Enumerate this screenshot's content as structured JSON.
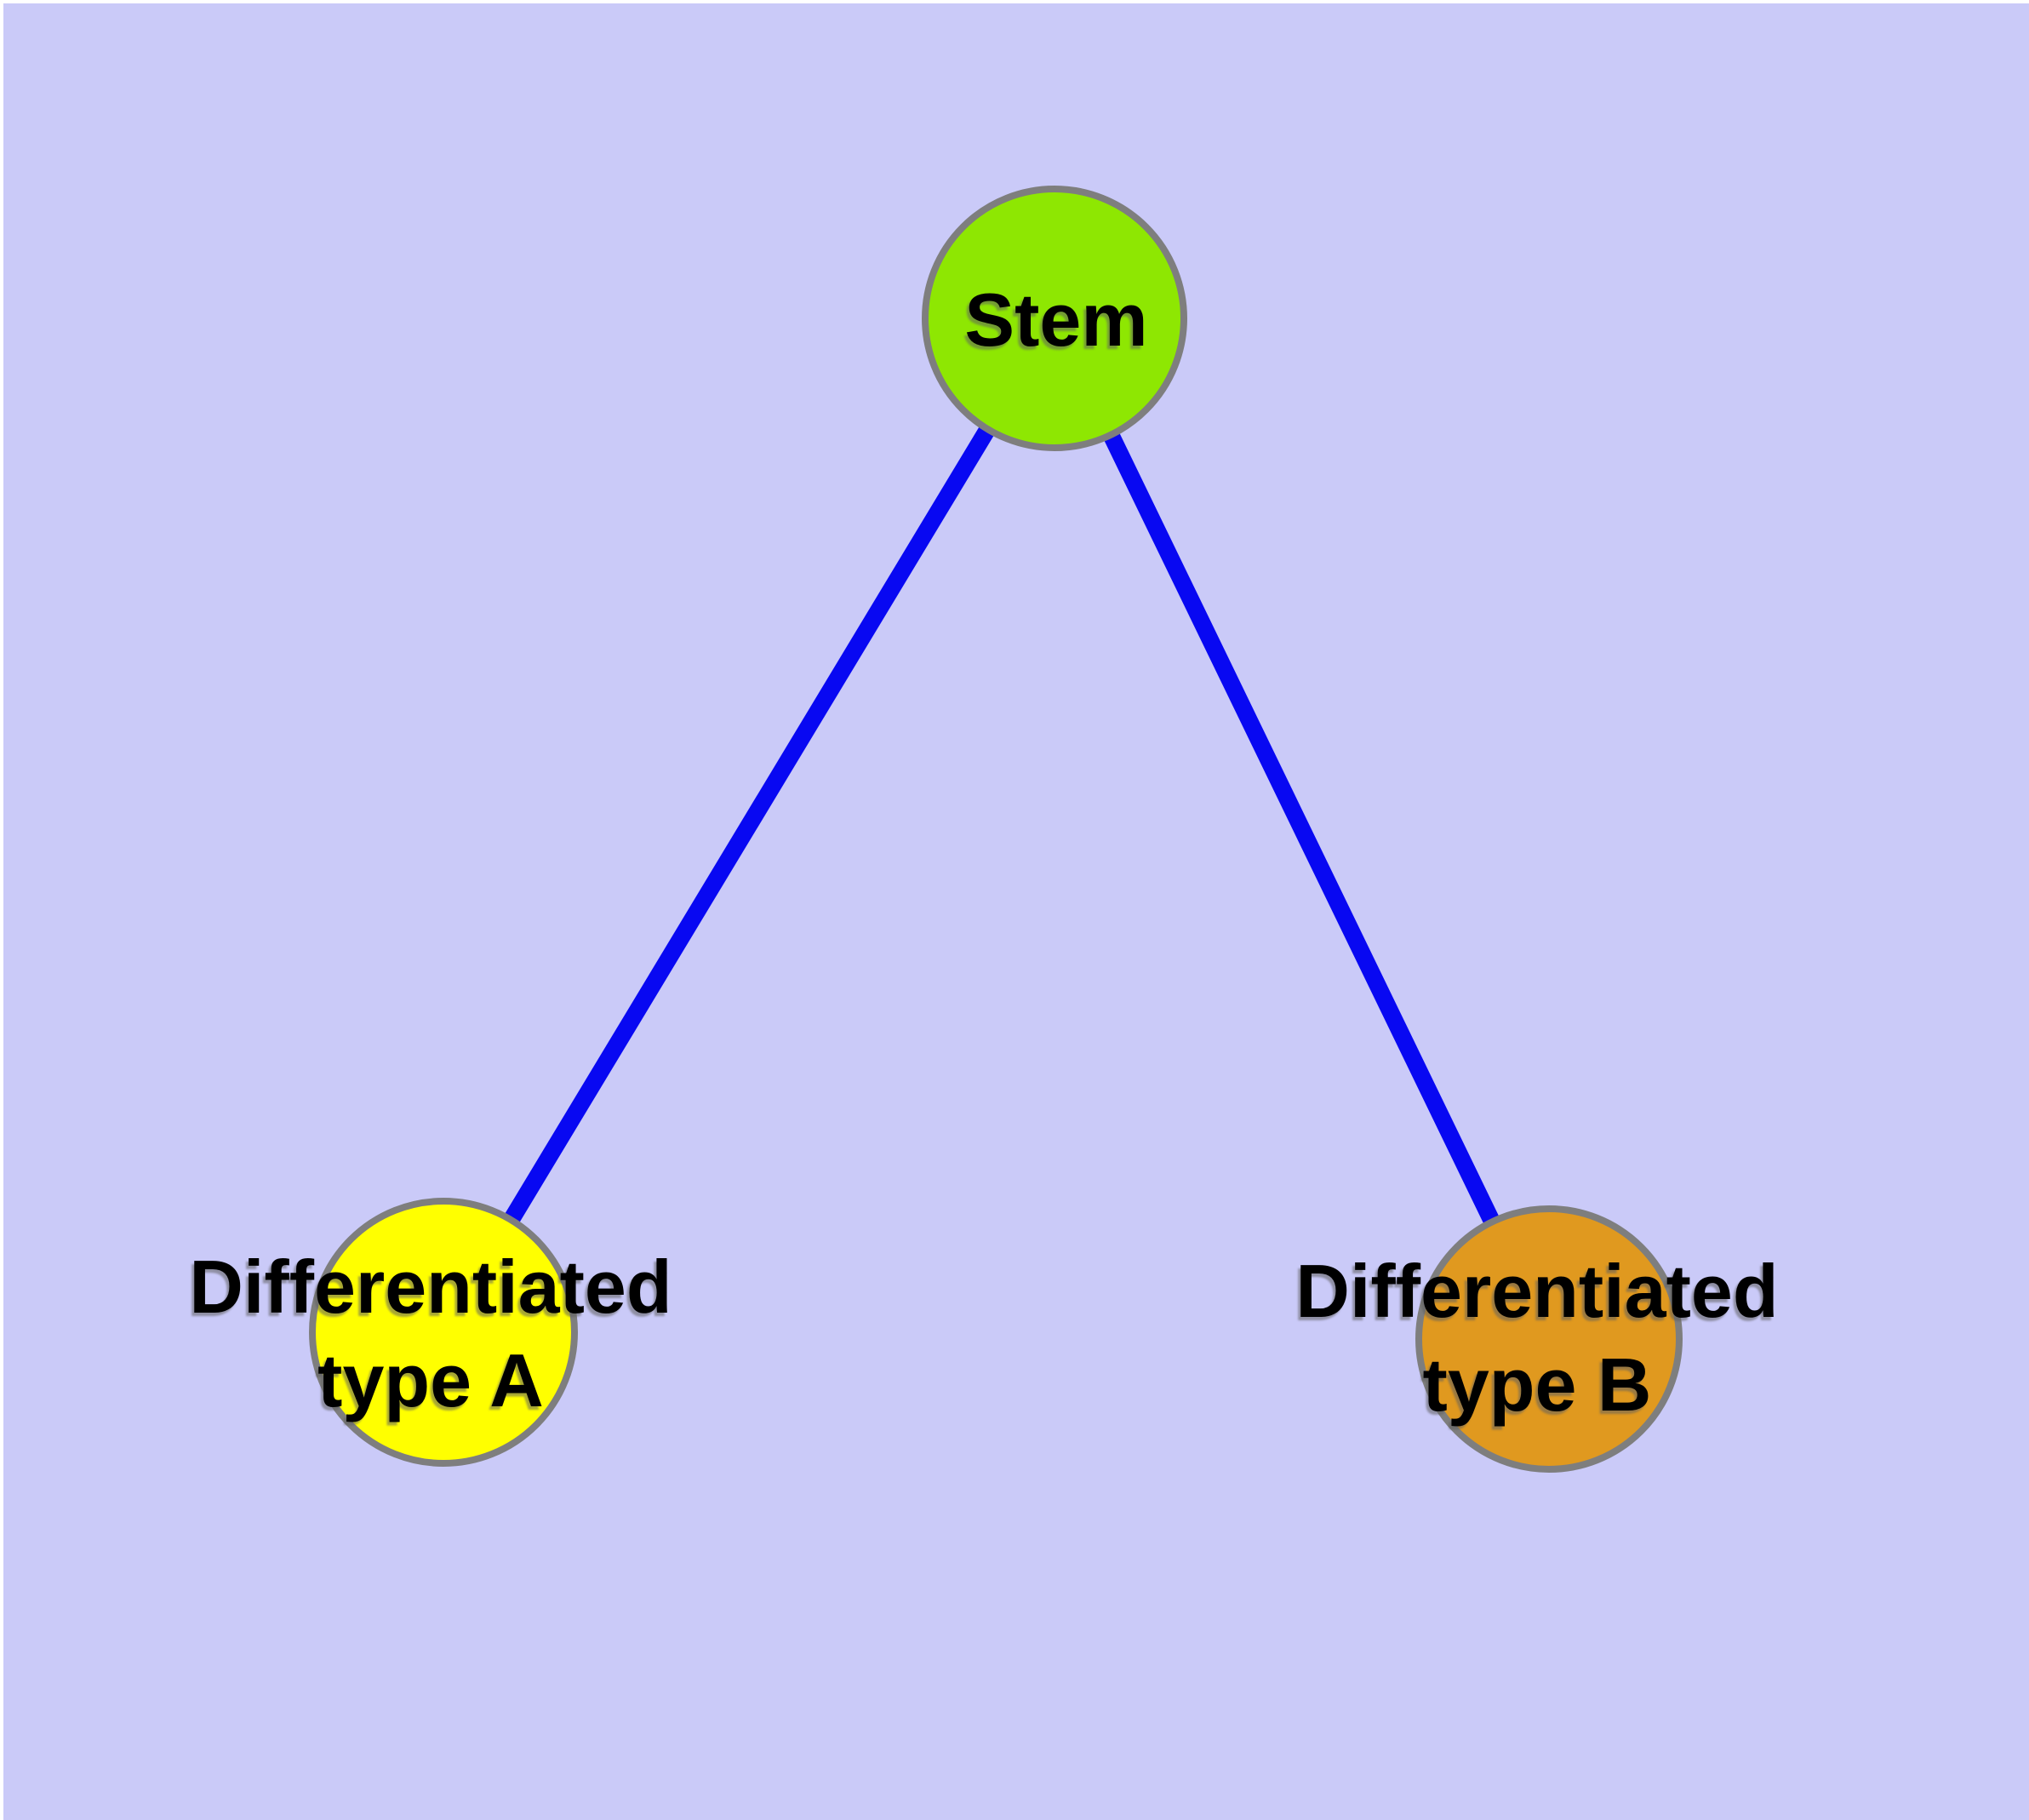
{
  "diagram": {
    "background_color": "#CACAF8",
    "frame_color": "#FFFFFF",
    "edge_color": "#0808F2",
    "node_border_color": "#7E7E7E",
    "label_color": "#000000",
    "nodes": [
      {
        "id": "stem",
        "label": "Stem",
        "fill": "#8EE702"
      },
      {
        "id": "diff-a",
        "label_line1": "Differentiated",
        "label_line2": "type A",
        "fill": "#FFFF00"
      },
      {
        "id": "diff-b",
        "label_line1": "Differentiated",
        "label_line2": "type B",
        "fill": "#E0991F"
      }
    ],
    "edges": [
      {
        "from": "stem",
        "to": "diff-a"
      },
      {
        "from": "stem",
        "to": "diff-b"
      }
    ]
  }
}
